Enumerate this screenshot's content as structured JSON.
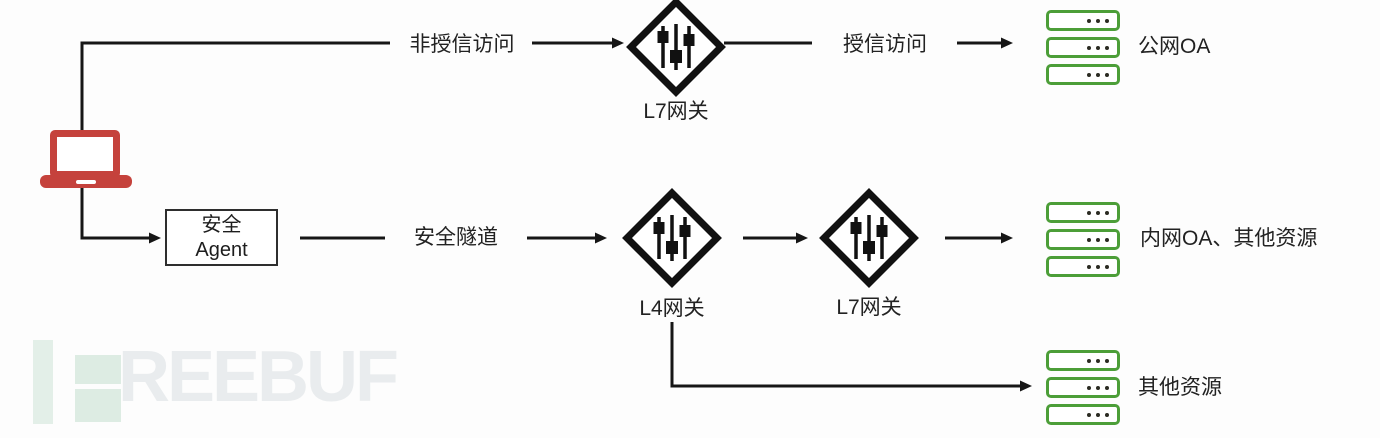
{
  "diagram": {
    "edge_labels": {
      "untrusted": "非授信访问",
      "trusted": "授信访问",
      "tunnel": "安全隧道"
    },
    "nodes": {
      "agent": {
        "line1": "安全",
        "line2": "Agent"
      },
      "gateway_l7_top": {
        "label": "L7网关"
      },
      "gateway_l4": {
        "label": "L4网关"
      },
      "gateway_l7_inner": {
        "label": "L7网关"
      },
      "servers_public_oa": {
        "label": "公网OA"
      },
      "servers_intranet": {
        "label": "内网OA、其他资源"
      },
      "servers_other": {
        "label": "其他资源"
      }
    }
  },
  "watermark": {
    "text": "REEBUF"
  },
  "colors": {
    "laptop_red": "#c5423c",
    "server_green": "#4c9e38",
    "line_black": "#161616",
    "watermark_mint": "#ddece3",
    "watermark_gray": "#e9ecee",
    "background": "#fdfdfd"
  }
}
